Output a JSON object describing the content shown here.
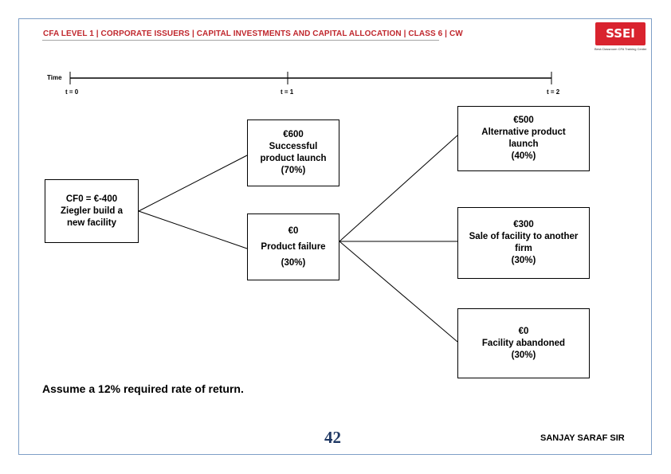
{
  "header": {
    "title": "CFA LEVEL 1 | CORPORATE ISSUERS | CAPITAL INVESTMENTS AND CAPITAL ALLOCATION | CLASS 6 | CW"
  },
  "logo": {
    "text": "SSEI",
    "tagline": "Best-Classroom CFA Training Center"
  },
  "timeline": {
    "label": "Time",
    "ticks": [
      "t = 0",
      "t = 1",
      "t = 2"
    ]
  },
  "nodes": {
    "root": {
      "lines": [
        "CF0 = €-400",
        "Ziegler build a",
        "new facility"
      ]
    },
    "success": {
      "lines": [
        "€600",
        "Successful",
        "product launch",
        "(70%)"
      ]
    },
    "failure": {
      "lines": [
        "€0",
        "Product failure",
        "(30%)"
      ]
    },
    "alt_launch": {
      "lines": [
        "€500",
        "Alternative product",
        "launch",
        "(40%)"
      ]
    },
    "sale": {
      "lines": [
        "€300",
        "Sale of facility to another",
        "firm",
        "(30%)"
      ]
    },
    "abandoned": {
      "lines": [
        "€0",
        "Facility abandoned",
        "(30%)"
      ]
    }
  },
  "note": "Assume a 12% required rate of return.",
  "page_number": "42",
  "author": "SANJAY SARAF SIR"
}
